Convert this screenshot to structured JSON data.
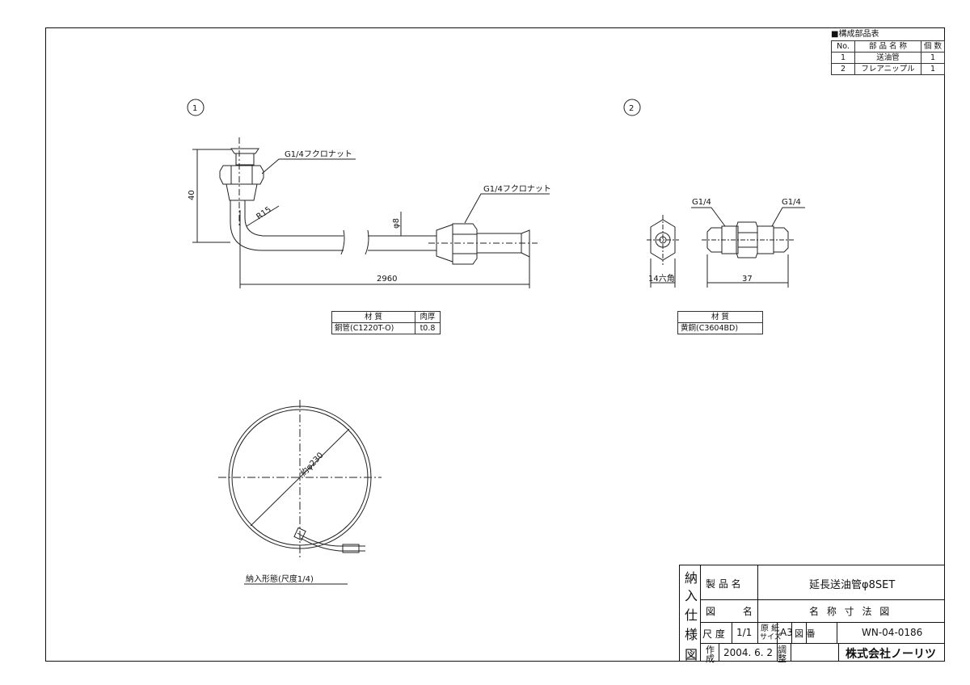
{
  "parts_table": {
    "title": "■構成部品表",
    "headers": [
      "No.",
      "部 品 名 称",
      "個 数"
    ],
    "rows": [
      {
        "no": "1",
        "name": "送油管",
        "qty": "1"
      },
      {
        "no": "2",
        "name": "フレアニップル",
        "qty": "1"
      }
    ]
  },
  "views": {
    "part1_label": "1",
    "part2_label": "2"
  },
  "part1": {
    "nut_top_label": "G1/4フクロナット",
    "nut_right_label": "G1/4フクロナット",
    "height_dim": "40",
    "radius_label": "R15",
    "dia_label": "φ8",
    "length_dim": "2960"
  },
  "part2": {
    "left_label": "G1/4",
    "right_label": "G1/4",
    "hex_dim": "14六角",
    "length_dim": "37"
  },
  "material1": {
    "headers": [
      "材 質",
      "肉厚"
    ],
    "value": "銅管(C1220T-O)",
    "thickness": "t0.8"
  },
  "material2": {
    "header": "材 質",
    "value": "黄銅(C3604BD)"
  },
  "coil": {
    "dia_label": "約φ230",
    "caption": "納入形態(尺度1/4)"
  },
  "title_block": {
    "side_chars": [
      "納",
      "入",
      "仕",
      "様",
      "図"
    ],
    "product_label": "製 品 名",
    "product_name": "延長送油管φ8SET",
    "drawing_label": "図 名",
    "drawing_name": "名 称 寸 法 図",
    "scale_label": "尺 度",
    "scale": "1/1",
    "paper_label_1": "原 紙",
    "paper_label_2": "サイズ",
    "paper_size": "A3",
    "number_label": "図 番",
    "drawing_number": "WN-04-0186",
    "made_label_1": "作",
    "made_label_2": "成",
    "date": "2004. 6. 2",
    "adjust_label_1": "調",
    "adjust_label_2": "整",
    "company": "株式会社ノーリツ"
  }
}
